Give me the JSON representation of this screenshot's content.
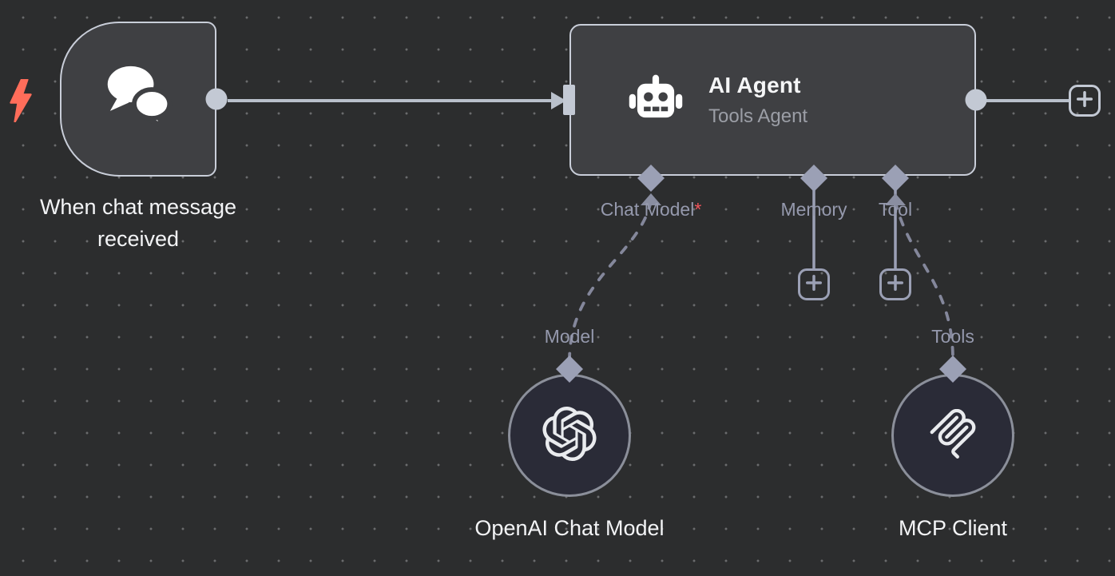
{
  "canvas": {
    "background": "#2c2d2e",
    "dot_color": "#6a6b6d"
  },
  "palette": {
    "node_fill": "#3f4043",
    "node_border": "#c9ced9",
    "subnode_fill": "#2a2b37",
    "subnode_border": "#8b8f9a",
    "wire": "#b9c0cb",
    "port": "#9ba0b5",
    "port_arrow": "#8a8ea1",
    "port_label": "#9599ad",
    "label_text": "#f3f4f6",
    "subtitle_text": "#9b9ea6",
    "required_marker_color": "#f0545c",
    "trigger_bolt": "#ff6d5a"
  },
  "nodes": {
    "chat_trigger": {
      "label": "When chat message received",
      "icon": "chat-bubbles-icon",
      "badge_icon": "lightning-bolt-icon"
    },
    "ai_agent": {
      "title": "AI Agent",
      "subtitle": "Tools Agent",
      "icon": "robot-icon",
      "ports": [
        {
          "label": "Chat Model",
          "required_marker": "*",
          "connected": true
        },
        {
          "label": "Memory",
          "required_marker": "",
          "connected": false
        },
        {
          "label": "Tool",
          "required_marker": "",
          "connected": true
        }
      ]
    },
    "openai_model": {
      "label": "OpenAI Chat Model",
      "port_label": "Model",
      "icon": "openai-logo-icon"
    },
    "mcp_client": {
      "label": "MCP Client",
      "port_label": "Tools",
      "icon": "mcp-logo-icon"
    }
  },
  "buttons": {
    "add_output_node": "plus-icon",
    "add_memory_node": "plus-icon",
    "add_tool_node": "plus-icon"
  }
}
